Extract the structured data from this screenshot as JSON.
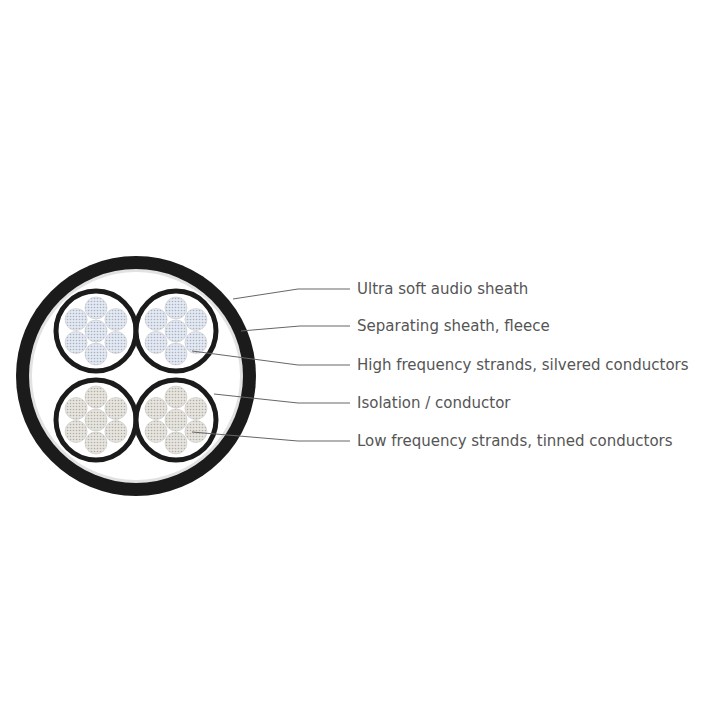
{
  "diagram": {
    "labels": [
      "Ultra soft audio sheath",
      "Separating sheath, fleece",
      "High frequency strands, silvered conductors",
      "Isolation / conductor",
      "Low frequency strands, tinned conductors"
    ]
  }
}
